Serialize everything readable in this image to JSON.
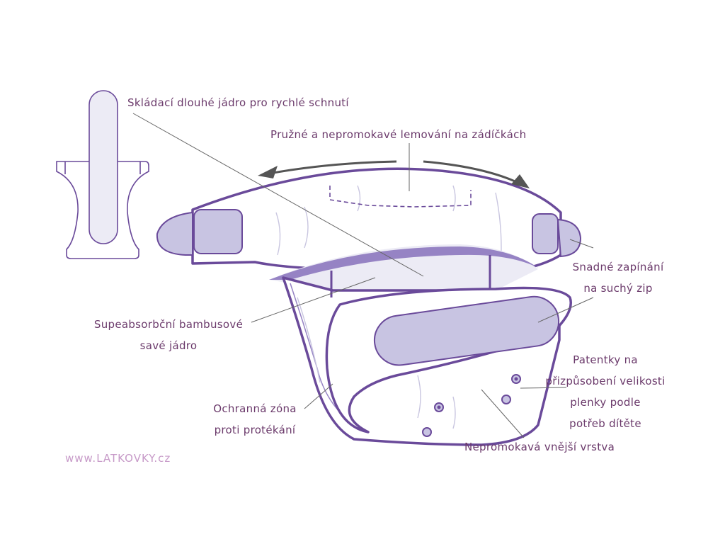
{
  "labels": {
    "core_folding": "Skládací dlouhé jádro pro rychlé schnutí",
    "elastic_back": "Pružné a nepromokavé lemování na zádíčkách",
    "velcro_line1": "Snadné zapínání",
    "velcro_line2": "na suchý zip",
    "bamboo_line1": "Supeabsorbční bambusové",
    "bamboo_line2": "savé jádro",
    "leak_line1": "Ochranná zóna",
    "leak_line2": "proti protékání",
    "snaps_line1": "Patentky na",
    "snaps_line2": "přizpůsobení velikosti",
    "snaps_line3": "plenky podle",
    "snaps_line4": "potřeb dítěte",
    "outer_layer": "Nepromokavá vnější vrstva"
  },
  "watermark": "www.LATKOVKY.cz",
  "colors": {
    "outline": "#6a4a9a",
    "fill_light": "#d4cfe8",
    "fill_lighter": "#ecebf5",
    "accent_band": "#9683c4",
    "text": "#6b3a6b",
    "leader": "#666666",
    "watermark": "#c79ac8"
  }
}
